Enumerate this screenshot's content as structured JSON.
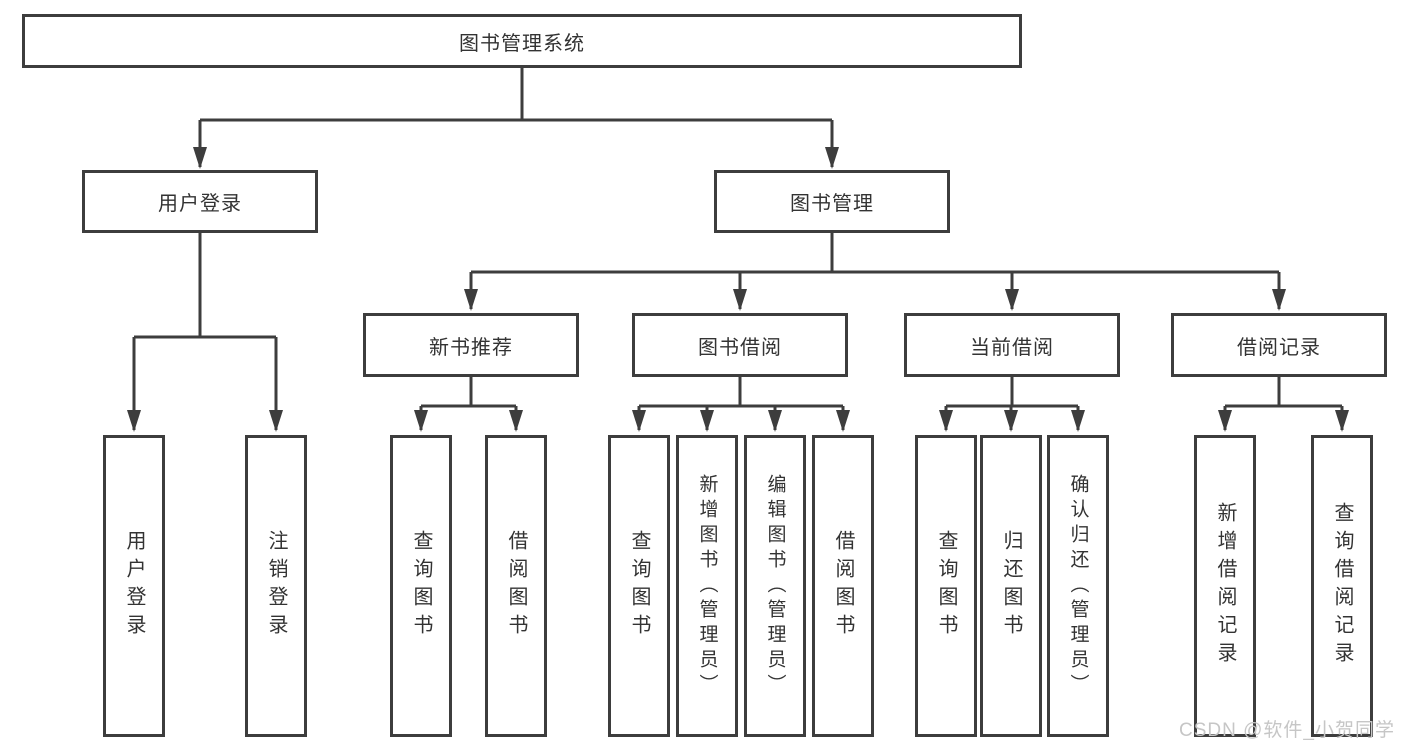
{
  "title": {
    "label": "图书管理系统"
  },
  "level2": [
    {
      "label": "用户登录"
    },
    {
      "label": "图书管理"
    }
  ],
  "level3": [
    {
      "label": "新书推荐"
    },
    {
      "label": "图书借阅"
    },
    {
      "label": "当前借阅"
    },
    {
      "label": "借阅记录"
    }
  ],
  "leaves": [
    {
      "label": "用户登录"
    },
    {
      "label": "注销登录"
    },
    {
      "label": "查询图书"
    },
    {
      "label": "借阅图书"
    },
    {
      "label": "查询图书"
    },
    {
      "label": "新增图书（管理员）"
    },
    {
      "label": "编辑图书（管理员）"
    },
    {
      "label": "借阅图书"
    },
    {
      "label": "查询图书"
    },
    {
      "label": "归还图书"
    },
    {
      "label": "确认归还（管理员）"
    },
    {
      "label": "新增借阅记录"
    },
    {
      "label": "查询借阅记录"
    }
  ],
  "watermark": {
    "text": "CSDN @软件_小贺同学"
  },
  "colors": {
    "line": "#3d3d3d",
    "border": "#3d3d3d",
    "text": "#333333",
    "watermark": "#c6c6c6",
    "background": "#ffffff"
  }
}
